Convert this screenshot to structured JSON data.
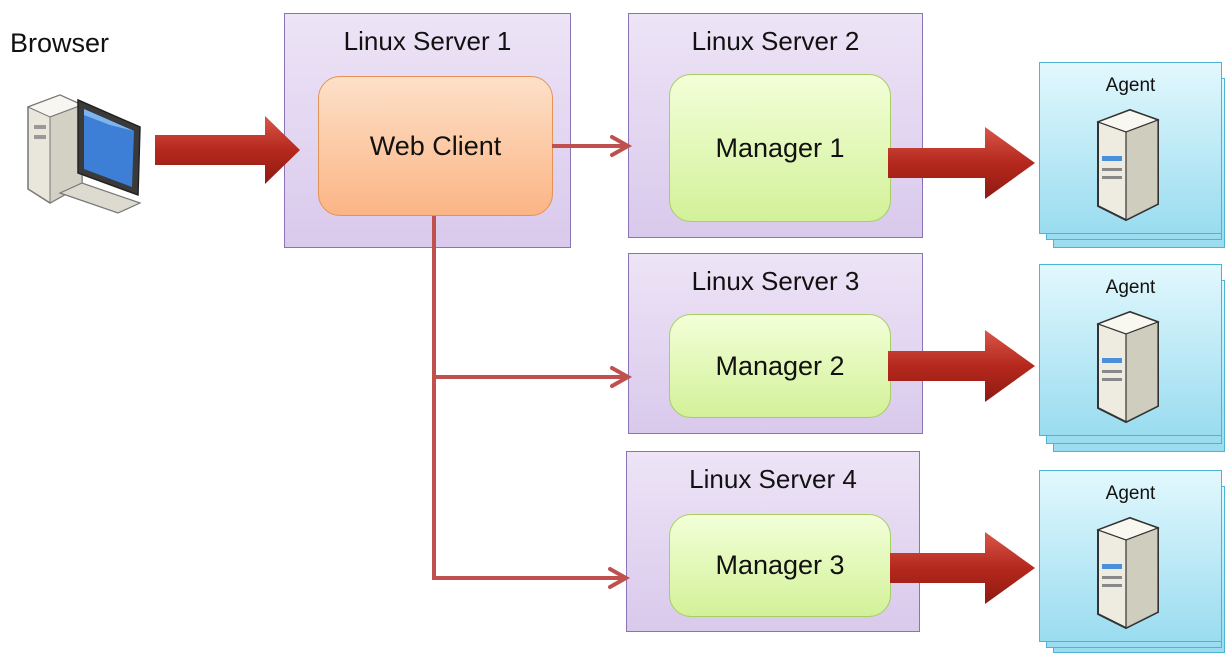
{
  "browser": {
    "label": "Browser",
    "icon": "desktop-computer-icon"
  },
  "servers": [
    {
      "title": "Linux Server 1",
      "component": "Web Client"
    },
    {
      "title": "Linux Server 2",
      "component": "Manager 1"
    },
    {
      "title": "Linux Server 3",
      "component": "Manager 2"
    },
    {
      "title": "Linux Server 4",
      "component": "Manager 3"
    }
  ],
  "agents": [
    {
      "label": "Agent",
      "icon": "server-tower-icon"
    },
    {
      "label": "Agent",
      "icon": "server-tower-icon"
    },
    {
      "label": "Agent",
      "icon": "server-tower-icon"
    }
  ],
  "colors": {
    "server_fill": "#e2d6f1",
    "web_client_fill": "#fcc69c",
    "manager_fill": "#e2f7b8",
    "agent_fill": "#bdeaf6",
    "arrow": "#c0392b"
  }
}
